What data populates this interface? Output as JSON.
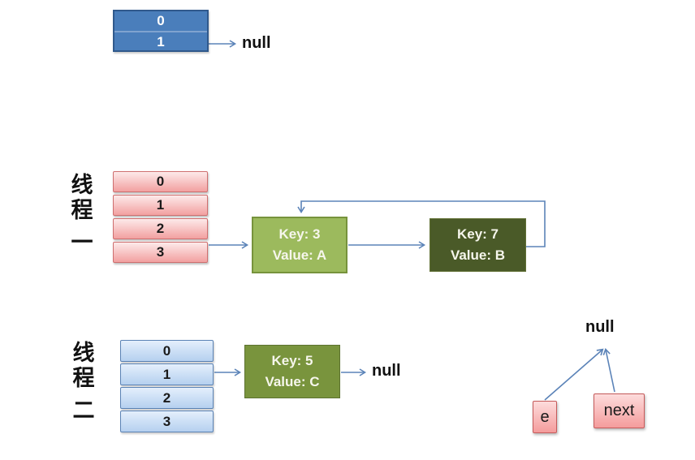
{
  "colors": {
    "arrow": "#5b83b8",
    "top_table_fill": "#4a7ebb",
    "top_table_border": "#30598c",
    "pink_fill": "#f2a0a0",
    "pink_border": "#cf6f6f",
    "blue_fill": "#b5d0ef",
    "blue_border": "#5b83b5",
    "green_light": "#9cba5d",
    "green_dark": "#4a5a28",
    "green_mid": "#79943d"
  },
  "top_table": {
    "rows": [
      "0",
      "1"
    ],
    "null_label": "null"
  },
  "thread1": {
    "label": "线程一",
    "label_chars": [
      "线",
      "程",
      "一"
    ],
    "table_rows": [
      "0",
      "1",
      "2",
      "3"
    ],
    "node_a": {
      "key": "Key: 3",
      "value": "Value: A"
    },
    "node_b": {
      "key": "Key: 7",
      "value": "Value: B"
    }
  },
  "thread2": {
    "label": "线程二",
    "label_chars": [
      "线",
      "程",
      "二"
    ],
    "table_rows": [
      "0",
      "1",
      "2",
      "3"
    ],
    "node_c": {
      "key": "Key: 5",
      "value": "Value: C"
    },
    "null_label": "null"
  },
  "pointers": {
    "null_label": "null",
    "e_label": "e",
    "next_label": "next"
  }
}
